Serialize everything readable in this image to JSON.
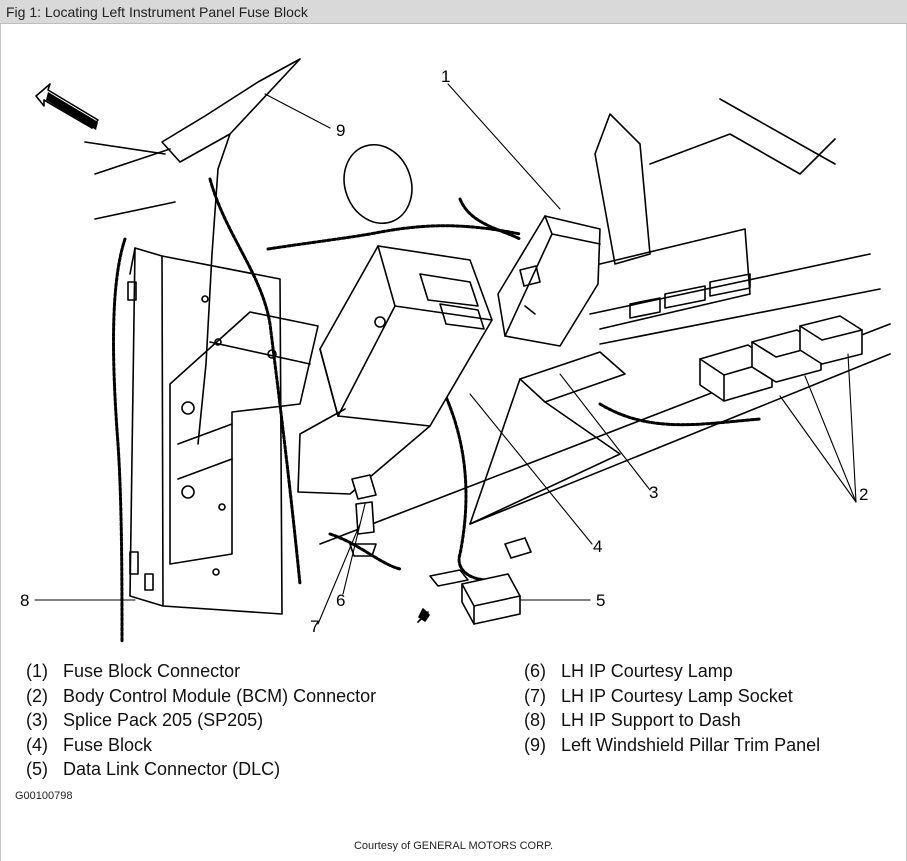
{
  "window": {
    "title": "Fig 1: Locating Left Instrument Panel Fuse Block"
  },
  "callouts": [
    "1",
    "2",
    "3",
    "4",
    "5",
    "6",
    "7",
    "8",
    "9"
  ],
  "legend": {
    "left": [
      {
        "num": "(1)",
        "label": "Fuse Block Connector"
      },
      {
        "num": "(2)",
        "label": "Body Control Module (BCM) Connector"
      },
      {
        "num": "(3)",
        "label": "Splice Pack 205 (SP205)"
      },
      {
        "num": "(4)",
        "label": "Fuse Block"
      },
      {
        "num": "(5)",
        "label": "Data Link Connector (DLC)"
      }
    ],
    "right": [
      {
        "num": "(6)",
        "label": "LH IP Courtesy Lamp"
      },
      {
        "num": "(7)",
        "label": "LH IP Courtesy Lamp Socket"
      },
      {
        "num": "(8)",
        "label": "LH IP Support to Dash"
      },
      {
        "num": "(9)",
        "label": "Left Windshield Pillar Trim Panel"
      }
    ]
  },
  "figure_id": "G00100798",
  "credit": "Courtesy of GENERAL MOTORS CORP.",
  "colors": {
    "titlebar": "#d9d9d9",
    "line": "#000000",
    "background": "#ffffff"
  }
}
